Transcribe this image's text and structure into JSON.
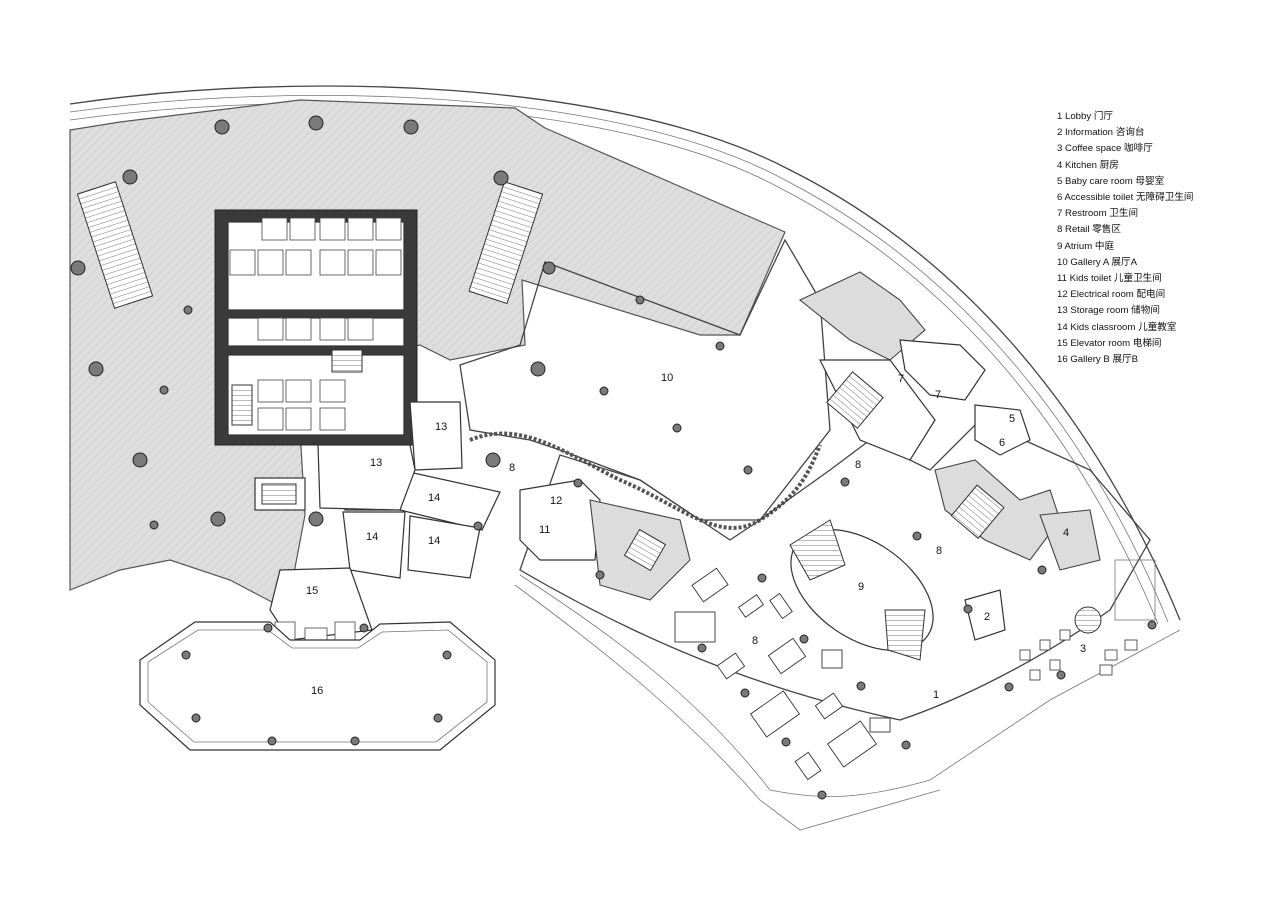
{
  "legend": [
    {
      "num": "1",
      "en": "Lobby",
      "zh": "门厅"
    },
    {
      "num": "2",
      "en": "Information",
      "zh": "咨询台"
    },
    {
      "num": "3",
      "en": "Coffee space",
      "zh": "咖啡厅"
    },
    {
      "num": "4",
      "en": "Kitchen",
      "zh": "厨房"
    },
    {
      "num": "5",
      "en": "Baby care room",
      "zh": "母婴室"
    },
    {
      "num": "6",
      "en": "Accessible toilet",
      "zh": "无障碍卫生间"
    },
    {
      "num": "7",
      "en": "Restroom",
      "zh": "卫生间"
    },
    {
      "num": "8",
      "en": "Retail",
      "zh": "零售区"
    },
    {
      "num": "9",
      "en": "Atrium",
      "zh": "中庭"
    },
    {
      "num": "10",
      "en": "Gallery A",
      "zh": "展厅A"
    },
    {
      "num": "11",
      "en": "Kids toilet",
      "zh": "儿童卫生间"
    },
    {
      "num": "12",
      "en": "Electrical room",
      "zh": "配电间"
    },
    {
      "num": "13",
      "en": "Storage room",
      "zh": "储物间"
    },
    {
      "num": "14",
      "en": "Kids classroom",
      "zh": "儿童教室"
    },
    {
      "num": "15",
      "en": "Elevator room",
      "zh": "电梯间"
    },
    {
      "num": "16",
      "en": "Gallery B",
      "zh": "展厅B"
    }
  ],
  "room_labels": {
    "lobby": "1",
    "information": "2",
    "coffee": "3",
    "kitchen": "4",
    "babycare": "5",
    "accessible_toilet": "6",
    "restroom_a": "7",
    "restroom_b": "7",
    "retail_a": "8",
    "retail_b": "8",
    "retail_c": "8",
    "retail_d": "8",
    "atrium": "9",
    "gallery_a": "10",
    "kids_toilet": "11",
    "electrical": "12",
    "storage_a": "13",
    "storage_b": "13",
    "classroom_a": "14",
    "classroom_b": "14",
    "classroom_c": "14",
    "elevator_room": "15",
    "gallery_b": "16"
  }
}
